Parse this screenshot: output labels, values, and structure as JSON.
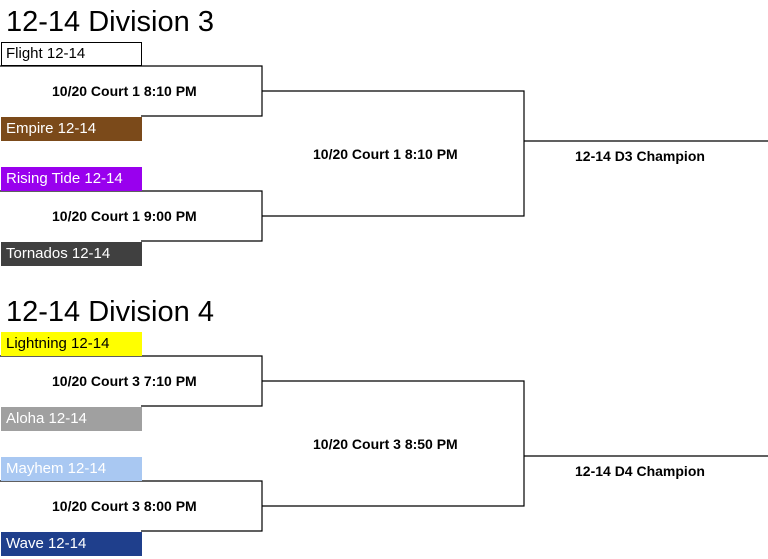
{
  "brackets": [
    {
      "title": "12-14 Division 3",
      "teams": [
        {
          "name": "Flight 12-14",
          "bg": "#ffffff",
          "fg": "#000000"
        },
        {
          "name": "Empire 12-14",
          "bg": "#7b4a1a",
          "fg": "#ffffff"
        },
        {
          "name": "Rising Tide 12-14",
          "bg": "#9900ee",
          "fg": "#ffffff"
        },
        {
          "name": "Tornados 12-14",
          "bg": "#404040",
          "fg": "#ffffff"
        }
      ],
      "games": [
        "10/20 Court 1 8:10 PM",
        "10/20 Court 1 9:00 PM"
      ],
      "final": "10/20 Court 1 8:10 PM",
      "champion": "12-14 D3 Champion"
    },
    {
      "title": "12-14 Division 4",
      "teams": [
        {
          "name": "Lightning 12-14",
          "bg": "#ffff00",
          "fg": "#000000"
        },
        {
          "name": "Aloha 12-14",
          "bg": "#a0a0a0",
          "fg": "#ffffff"
        },
        {
          "name": "Mayhem 12-14",
          "bg": "#a9c8f2",
          "fg": "#ffffff"
        },
        {
          "name": "Wave 12-14",
          "bg": "#1f3f8c",
          "fg": "#ffffff"
        }
      ],
      "games": [
        "10/20 Court 3 7:10 PM",
        "10/20 Court 3 8:00 PM"
      ],
      "final": "10/20 Court 3 8:50 PM",
      "champion": "12-14 D4 Champion"
    }
  ]
}
